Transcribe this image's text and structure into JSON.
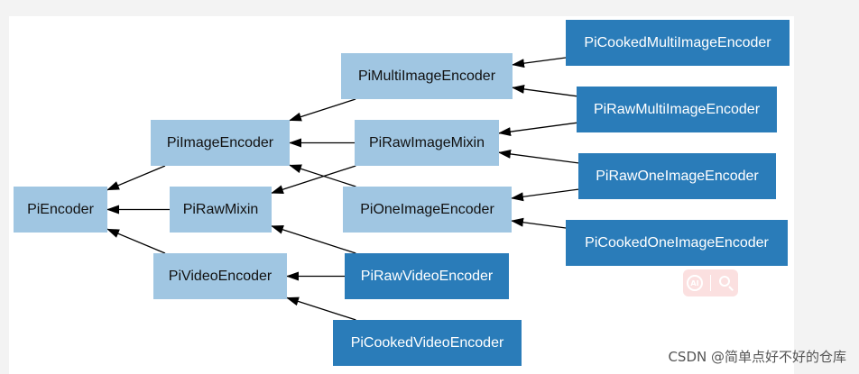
{
  "diagram": {
    "nodes": [
      {
        "id": "PiEncoder",
        "label": "PiEncoder",
        "style": "light"
      },
      {
        "id": "PiImageEncoder",
        "label": "PiImageEncoder",
        "style": "light"
      },
      {
        "id": "PiRawMixin",
        "label": "PiRawMixin",
        "style": "light"
      },
      {
        "id": "PiVideoEncoder",
        "label": "PiVideoEncoder",
        "style": "light"
      },
      {
        "id": "PiMultiImageEncoder",
        "label": "PiMultiImageEncoder",
        "style": "light"
      },
      {
        "id": "PiRawImageMixin",
        "label": "PiRawImageMixin",
        "style": "light"
      },
      {
        "id": "PiOneImageEncoder",
        "label": "PiOneImageEncoder",
        "style": "light"
      },
      {
        "id": "PiRawVideoEncoder",
        "label": "PiRawVideoEncoder",
        "style": "dark"
      },
      {
        "id": "PiCookedVideoEncoder",
        "label": "PiCookedVideoEncoder",
        "style": "dark"
      },
      {
        "id": "PiCookedMultiImageEncoder",
        "label": "PiCookedMultiImageEncoder",
        "style": "dark"
      },
      {
        "id": "PiRawMultiImageEncoder",
        "label": "PiRawMultiImageEncoder",
        "style": "dark"
      },
      {
        "id": "PiRawOneImageEncoder",
        "label": "PiRawOneImageEncoder",
        "style": "dark"
      },
      {
        "id": "PiCookedOneImageEncoder",
        "label": "PiCookedOneImageEncoder",
        "style": "dark"
      }
    ],
    "edges": [
      {
        "from": "PiImageEncoder",
        "to": "PiEncoder"
      },
      {
        "from": "PiRawMixin",
        "to": "PiEncoder"
      },
      {
        "from": "PiVideoEncoder",
        "to": "PiEncoder"
      },
      {
        "from": "PiMultiImageEncoder",
        "to": "PiImageEncoder"
      },
      {
        "from": "PiRawImageMixin",
        "to": "PiImageEncoder"
      },
      {
        "from": "PiOneImageEncoder",
        "to": "PiImageEncoder"
      },
      {
        "from": "PiRawImageMixin",
        "to": "PiRawMixin"
      },
      {
        "from": "PiRawVideoEncoder",
        "to": "PiRawMixin"
      },
      {
        "from": "PiRawVideoEncoder",
        "to": "PiVideoEncoder"
      },
      {
        "from": "PiCookedVideoEncoder",
        "to": "PiVideoEncoder"
      },
      {
        "from": "PiCookedMultiImageEncoder",
        "to": "PiMultiImageEncoder"
      },
      {
        "from": "PiRawMultiImageEncoder",
        "to": "PiMultiImageEncoder"
      },
      {
        "from": "PiRawMultiImageEncoder",
        "to": "PiRawImageMixin"
      },
      {
        "from": "PiRawOneImageEncoder",
        "to": "PiRawImageMixin"
      },
      {
        "from": "PiRawOneImageEncoder",
        "to": "PiOneImageEncoder"
      },
      {
        "from": "PiCookedOneImageEncoder",
        "to": "PiOneImageEncoder"
      }
    ]
  },
  "colors": {
    "node_light": "#a0c6e2",
    "node_dark": "#2a7cb9",
    "edge": "#000000"
  },
  "toolbar": {
    "ai_label": "AI",
    "search_icon": "magnifier-icon"
  },
  "watermark": "CSDN @简单点好不好的仓库"
}
